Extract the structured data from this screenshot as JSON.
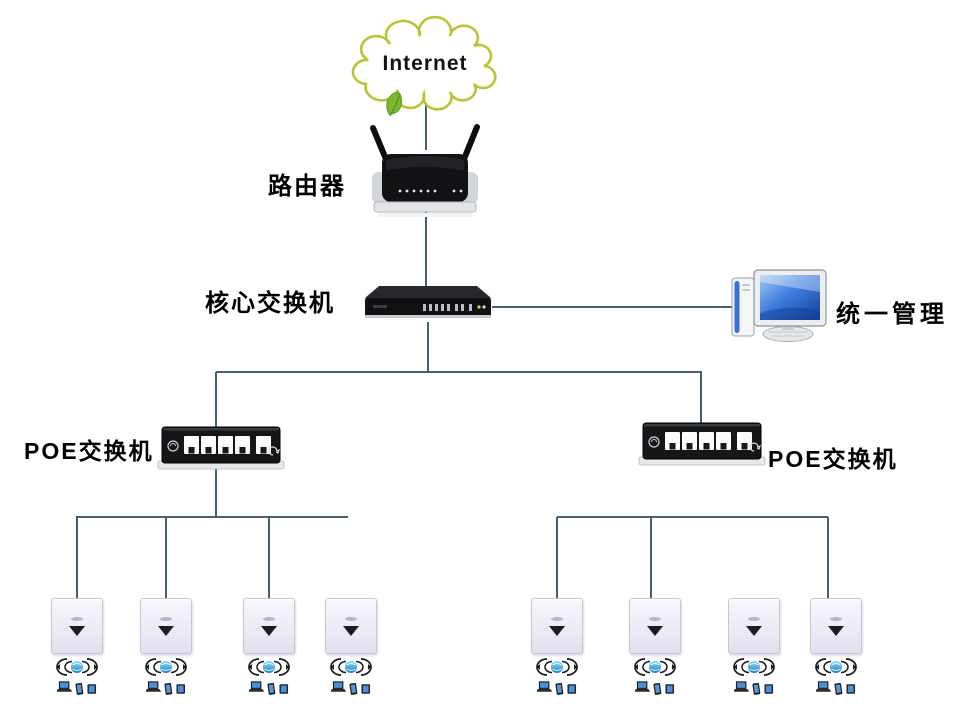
{
  "diagram": {
    "internet": {
      "label": "Internet"
    },
    "router": {
      "label": "路由器"
    },
    "core_switch": {
      "label": "核心交换机"
    },
    "management": {
      "label": "统一管理"
    },
    "poe_left": {
      "label": "POE交换机"
    },
    "poe_right": {
      "label": "POE交换机"
    },
    "ap_groups": [
      {
        "side": "left",
        "count": 4
      },
      {
        "side": "right",
        "count": 4
      }
    ],
    "icons": [
      "internet-cloud-icon",
      "leaf-icon",
      "wifi-router-icon",
      "rack-switch-icon",
      "desktop-computer-icon",
      "poe-switch-icon",
      "wall-ap-icon",
      "wifi-signal-icon",
      "client-devices-icon"
    ],
    "colors": {
      "link_blue": "#3f7ec4",
      "link_steel": "#4d7c9e",
      "link_gray": "#5a7184",
      "link_dark": "#44616e",
      "link_faint": "#c5cdda",
      "cloud_stroke": "#b9c435",
      "leaf_green": "#7cb82f",
      "screen_blue": "#2a62cf",
      "device_black": "#141417"
    }
  }
}
